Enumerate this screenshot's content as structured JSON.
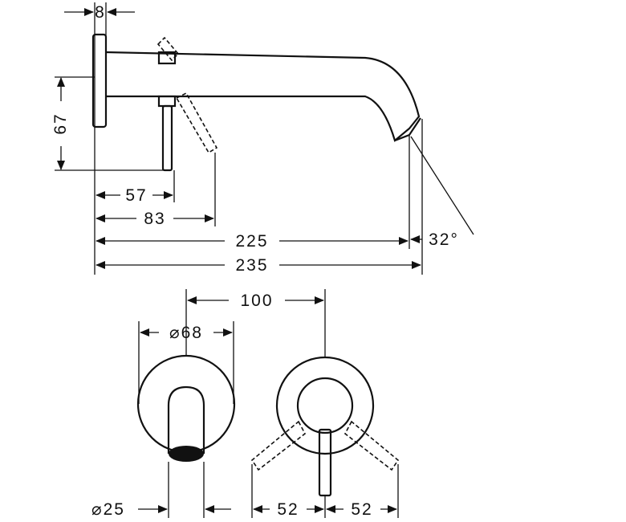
{
  "dimensions": {
    "flange_thickness": "8",
    "height": "67",
    "lever_offset": "57",
    "lever_reach": "83",
    "spout_projection": "225",
    "total_projection": "235",
    "spout_angle": "32°",
    "center_distance": "100",
    "rosette_diameter": "⌀68",
    "spout_diameter": "⌀25",
    "lever_left_sweep": "52",
    "lever_right_sweep": "52"
  }
}
